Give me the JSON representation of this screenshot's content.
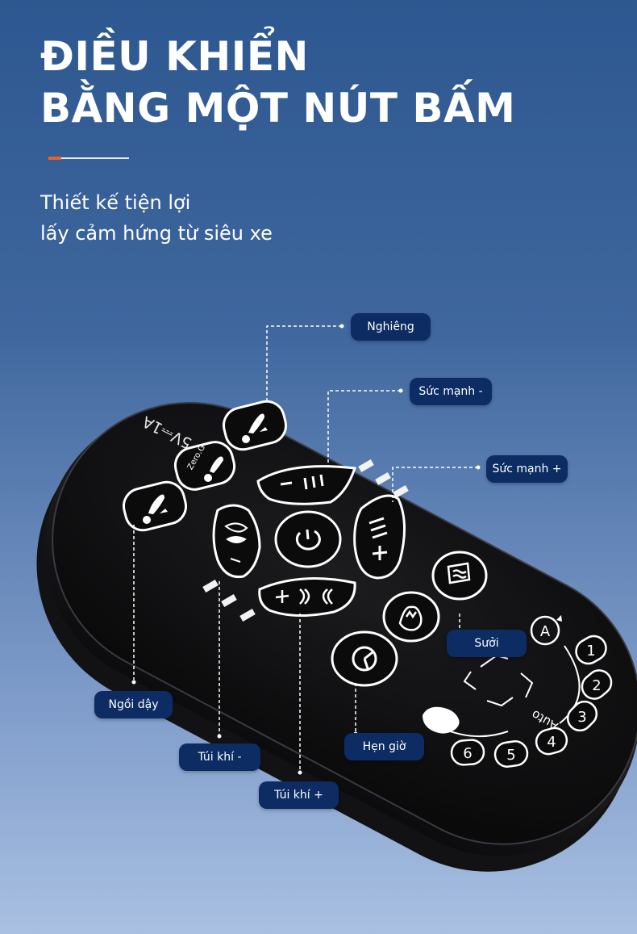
{
  "headline": {
    "line1": "ĐIỀU KHIỂN",
    "line2": "BẰNG MỘT NÚT BẤM"
  },
  "colors": {
    "accent": "#e8622a",
    "callout_bg": "#0c2c63"
  },
  "subtitle": {
    "line1": "Thiết kế tiện lợi",
    "line2": "lấy cảm hứng từ siêu xe"
  },
  "remote": {
    "spec_label": "5V⎓1A",
    "zero_g_label": "Zero.G",
    "auto_label": "Auto",
    "numbers": [
      "1",
      "2",
      "3",
      "4",
      "5",
      "6"
    ],
    "mode_a_label": "A"
  },
  "callouts": {
    "nghieng": "Nghiêng",
    "suc_manh_minus": "Sức mạnh -",
    "suc_manh_plus": "Sức mạnh +",
    "suoi": "Sưởi",
    "ngoi_day": "Ngồi dậy",
    "tui_khi_minus": "Túi khí -",
    "tui_khi_plus": "Túi khí +",
    "hen_gio": "Hẹn giờ"
  }
}
